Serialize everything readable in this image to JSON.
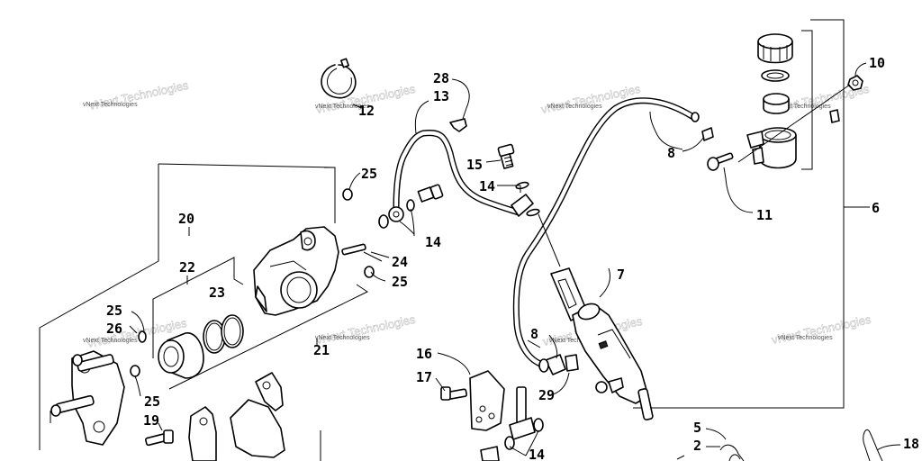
{
  "watermark": "vNext Technologies",
  "callouts": {
    "n1": "28",
    "n2": "13",
    "n3": "12",
    "n4": "10",
    "n5": "8",
    "n6": "15",
    "n7": "14",
    "n8": "25",
    "n9": "11",
    "n10": "6",
    "n11": "20",
    "n12": "14",
    "n13": "24",
    "n14": "22",
    "n15": "25",
    "n16": "23",
    "n17": "7",
    "n18": "25",
    "n19": "26",
    "n20": "8",
    "n21": "21",
    "n22": "16",
    "n23": "17",
    "n24": "29",
    "n25": "25",
    "n26": "19",
    "n27": "14",
    "n28": "5",
    "n29": "2",
    "n30": "18"
  }
}
